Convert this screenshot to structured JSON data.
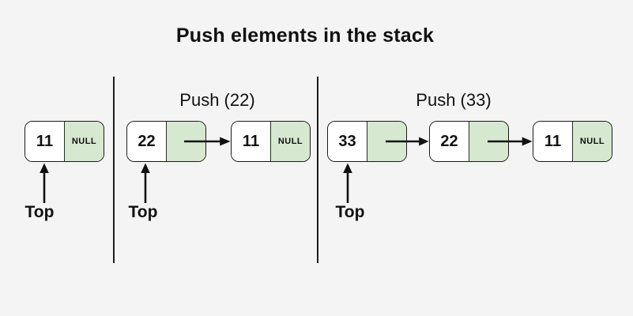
{
  "title": "Push elements in the stack",
  "colors": {
    "background": "#f4f4f4",
    "node_value_fill": "#ffffff",
    "node_pointer_fill": "#d6e8cf",
    "border": "#1a1a1a",
    "text": "#111111"
  },
  "sections": [
    {
      "name": "initial-stack",
      "label": "",
      "top_label": "Top",
      "nodes": [
        {
          "value": "11",
          "pointer": "NULL"
        }
      ]
    },
    {
      "name": "push-22",
      "label": "Push (22)",
      "top_label": "Top",
      "nodes": [
        {
          "value": "22",
          "pointer": ""
        },
        {
          "value": "11",
          "pointer": "NULL"
        }
      ]
    },
    {
      "name": "push-33",
      "label": "Push (33)",
      "top_label": "Top",
      "nodes": [
        {
          "value": "33",
          "pointer": ""
        },
        {
          "value": "22",
          "pointer": ""
        },
        {
          "value": "11",
          "pointer": "NULL"
        }
      ]
    }
  ]
}
